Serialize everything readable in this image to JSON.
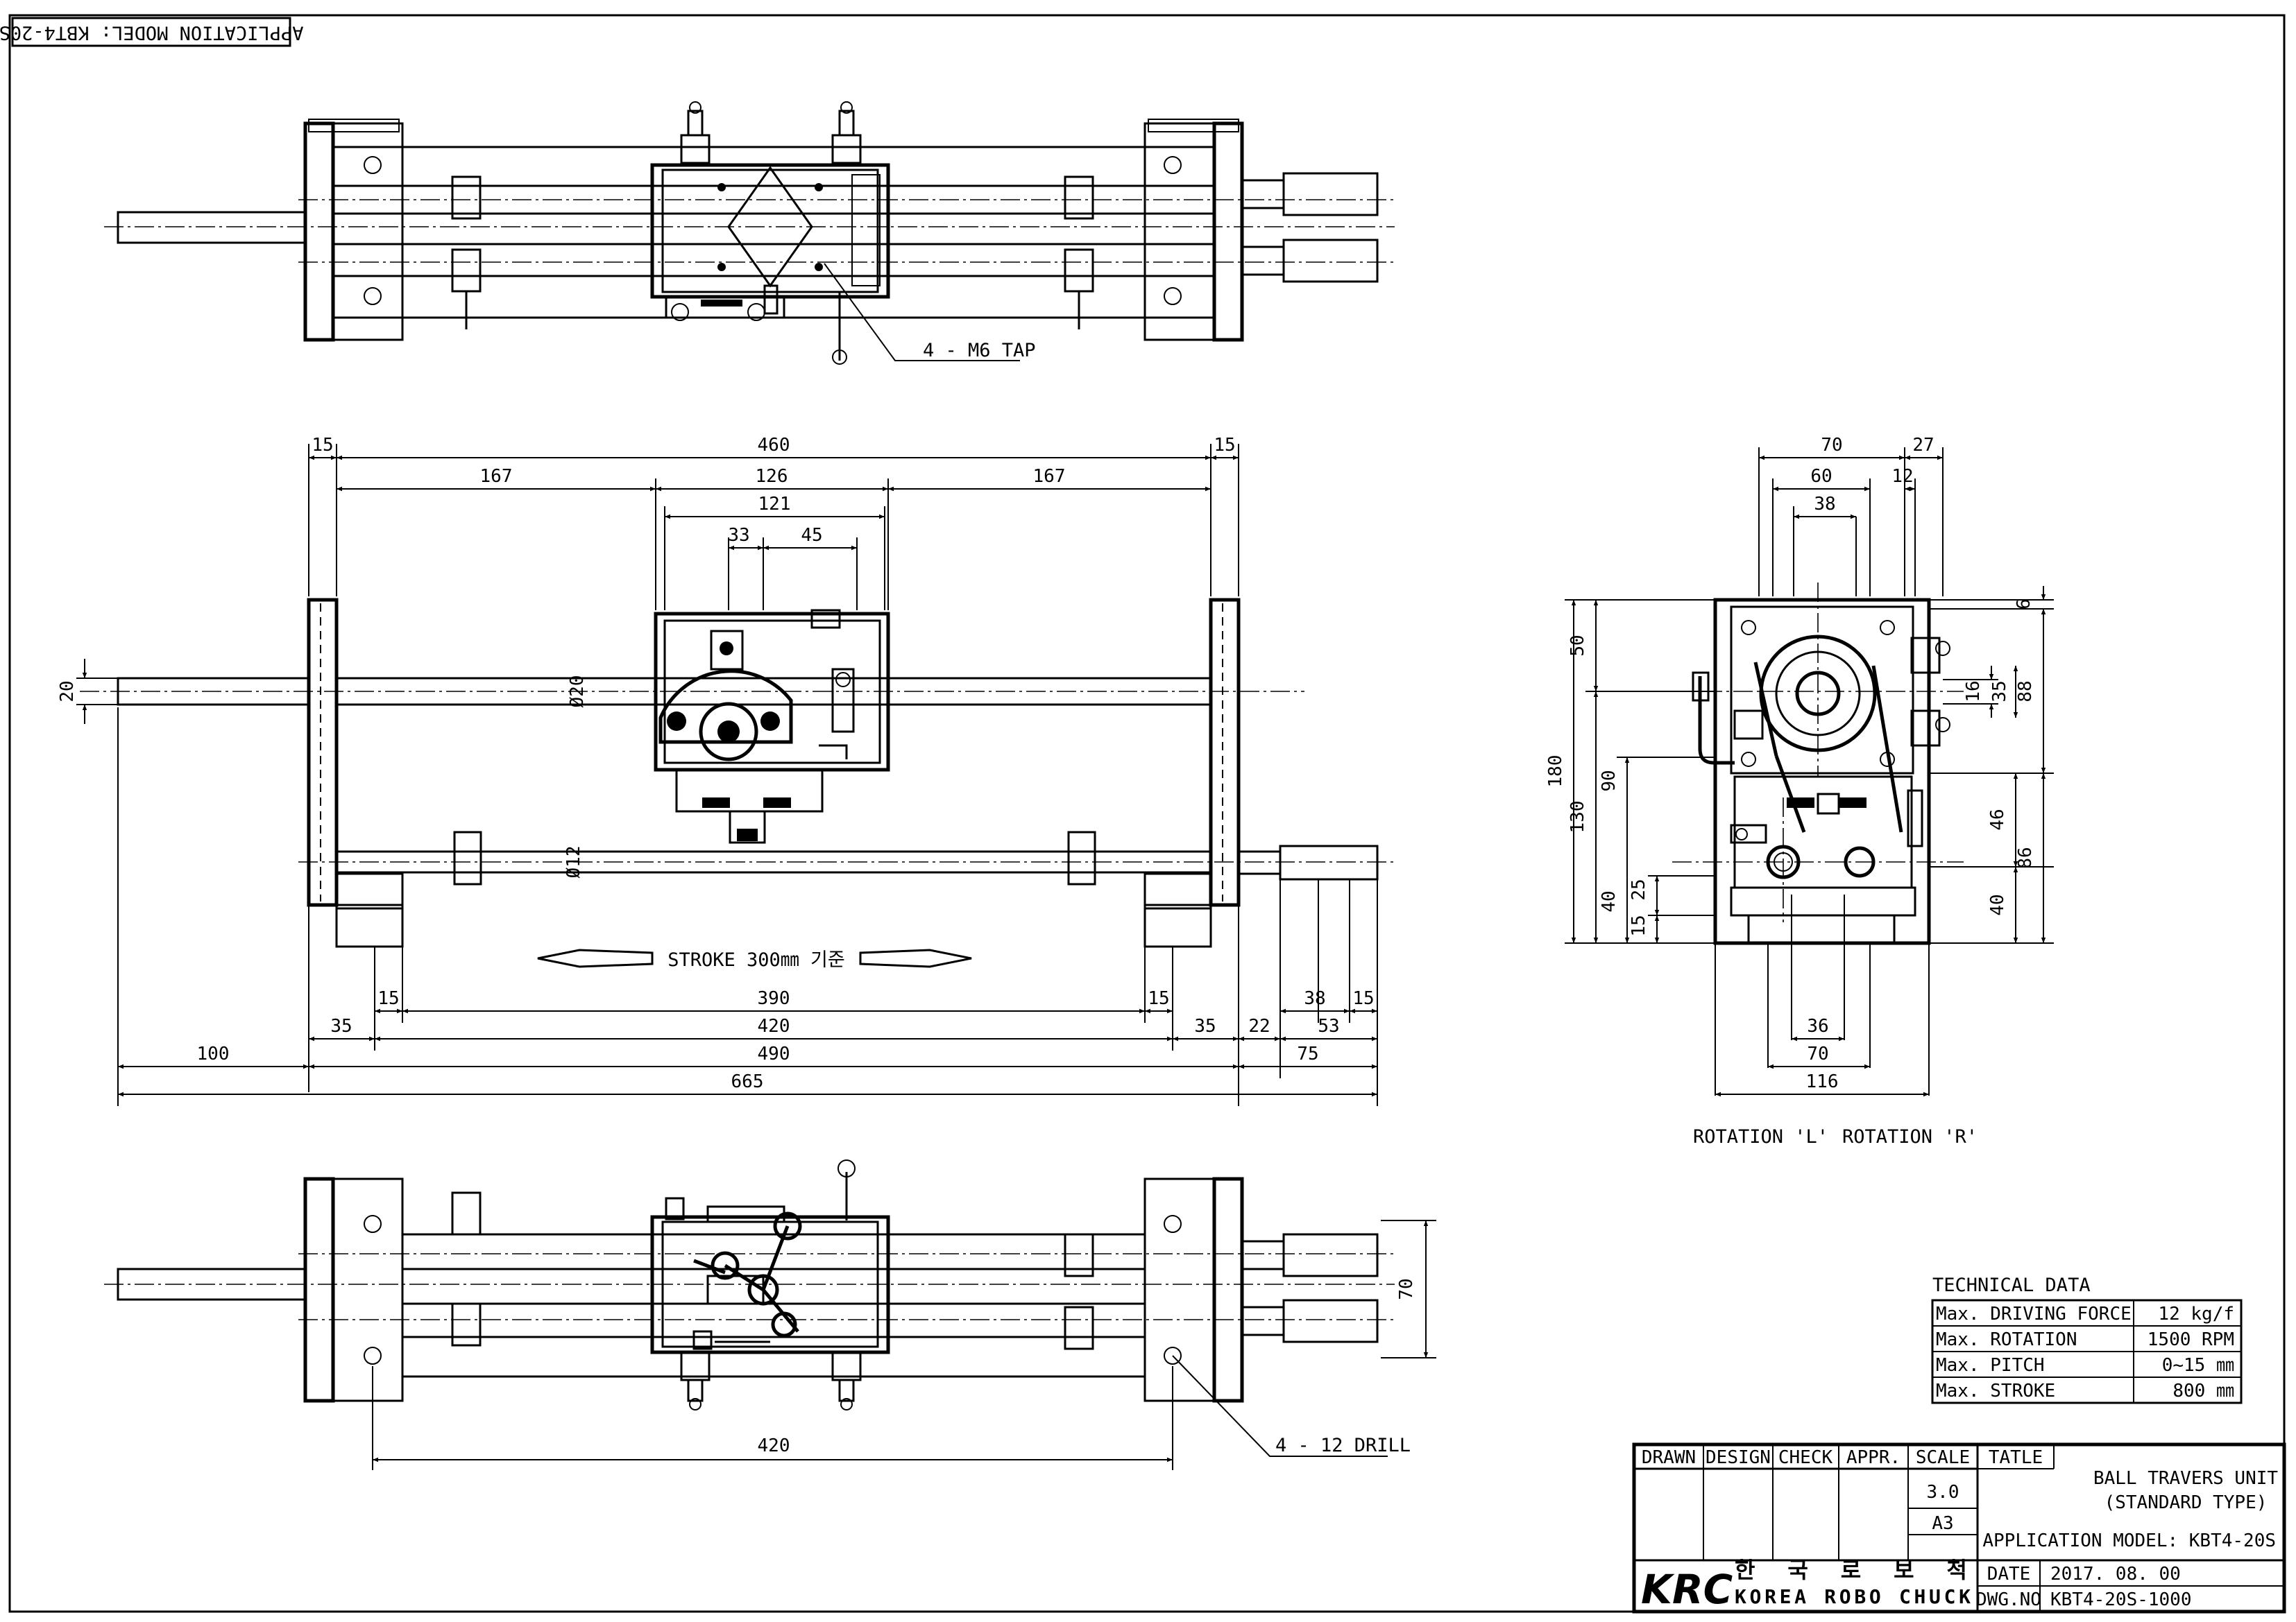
{
  "application_label": "APPLICATION MODEL: KBT4-20S",
  "callouts": {
    "tap": "4 - M6 TAP",
    "drill": "4 - 12 DRILL",
    "stroke": "STROKE 300㎜ 기준",
    "rotation_l": "ROTATION 'L'",
    "rotation_r": "ROTATION 'R'"
  },
  "dimensions": {
    "front": [
      "15",
      "460",
      "15",
      "167",
      "126",
      "167",
      "121",
      "33",
      "45",
      "20",
      "Ø20",
      "Ø12",
      "15",
      "390",
      "15",
      "38",
      "15",
      "35",
      "420",
      "35",
      "22",
      "53",
      "100",
      "490",
      "75",
      "665"
    ],
    "side": [
      "70",
      "27",
      "60",
      "12",
      "38",
      "6",
      "50",
      "180",
      "130",
      "90",
      "16",
      "35",
      "88",
      "46",
      "86",
      "40",
      "25",
      "15",
      "40",
      "36",
      "70",
      "116"
    ],
    "bottom": [
      "70",
      "420"
    ]
  },
  "technical_data": {
    "title": "TECHNICAL DATA",
    "rows": [
      {
        "label": "Max. DRIVING FORCE",
        "value": "12 kg/f"
      },
      {
        "label": "Max. ROTATION",
        "value": "1500 RPM"
      },
      {
        "label": "Max. PITCH",
        "value": "0~15 ㎜"
      },
      {
        "label": "Max. STROKE",
        "value": "800 ㎜"
      }
    ]
  },
  "title_block": {
    "headers": [
      "DRAWN",
      "DESIGN",
      "CHECK",
      "APPR.",
      "SCALE",
      "TATLE"
    ],
    "scale": "3.0",
    "paper": "A3",
    "title_line1": "BALL TRAVERS UNIT",
    "title_line2": "(STANDARD TYPE)",
    "application": "APPLICATION MODEL: KBT4-20S",
    "logo": "KRC",
    "company_kr": "한 국 로 보 척",
    "company_en": "KOREA ROBO CHUCK",
    "date_label": "DATE",
    "date_value": "2017. 08. 00",
    "dwg_label": "DWG.NO",
    "dwg_value": "KBT4-20S-1000"
  }
}
